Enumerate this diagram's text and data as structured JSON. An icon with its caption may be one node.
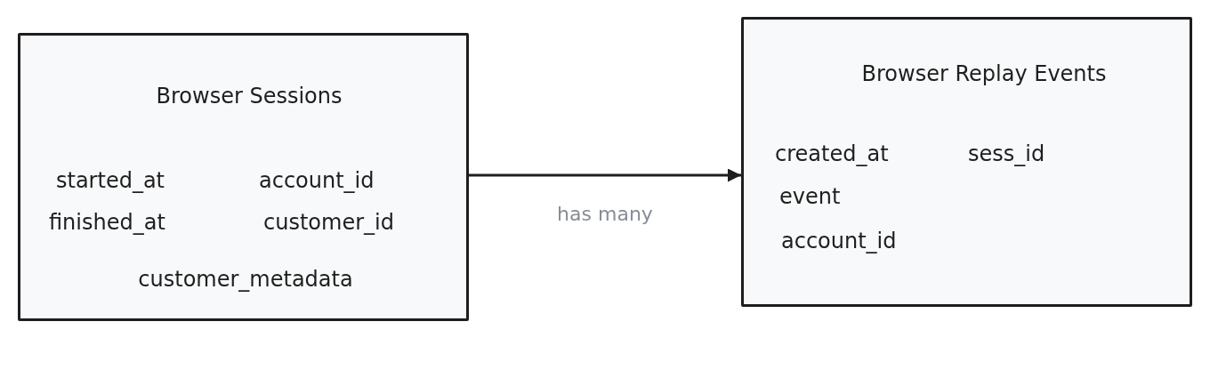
{
  "diagram": {
    "nodes": [
      {
        "text": [
          "Browser Sessions",
          "started_at",
          "account_id",
          "finished_at",
          "customer_id",
          "customer_metadata"
        ]
      },
      {
        "text": [
          "Browser Replay Events",
          "created_at",
          "sess_id",
          "event",
          "account_id"
        ]
      }
    ],
    "edges": [
      {
        "from": 0,
        "to": 1,
        "arrow": "to",
        "label": "has many"
      }
    ]
  }
}
